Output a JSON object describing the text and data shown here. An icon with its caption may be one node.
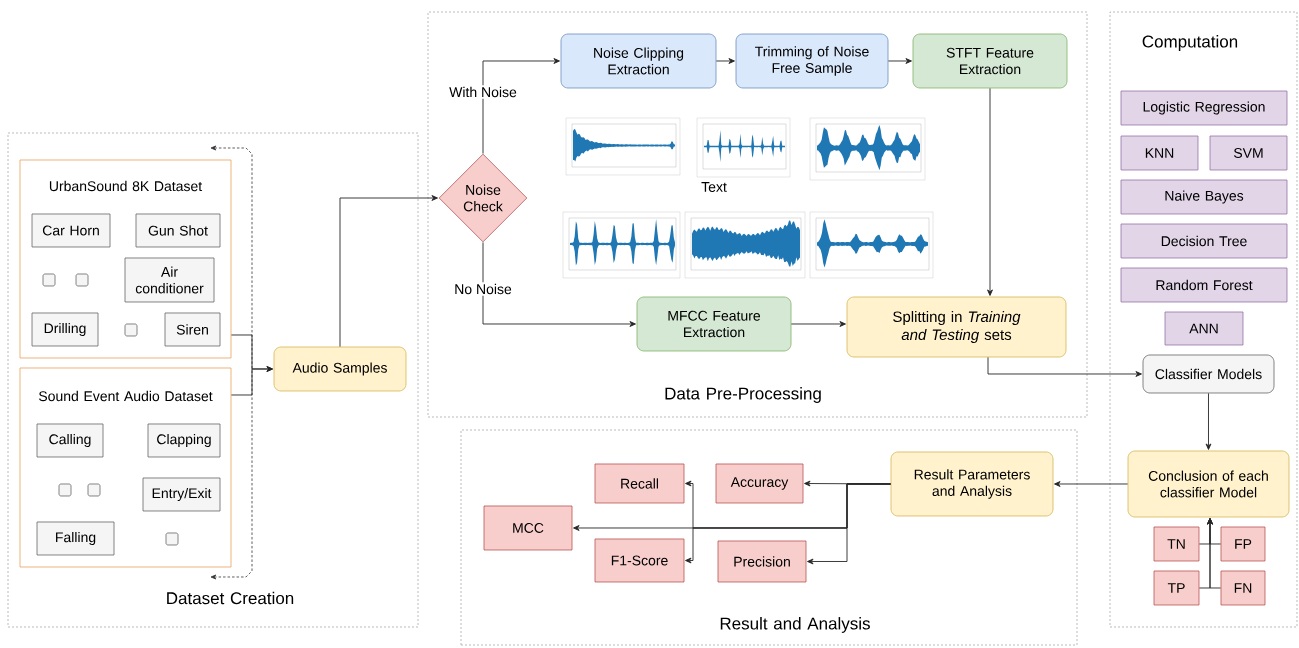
{
  "diagram": {
    "nodes": [
      {
        "text": [
          "Dataset Creation"
        ]
      },
      {
        "text": [
          "UrbanSound 8K Dataset"
        ],
        "in": 0
      },
      {
        "text": [
          "Car Horn"
        ],
        "in": 1
      },
      {
        "text": [
          "Gun Shot"
        ],
        "in": 1
      },
      {
        "text": [],
        "shape": "box",
        "in": 1
      },
      {
        "text": [],
        "shape": "box",
        "in": 1
      },
      {
        "text": [
          "Air conditioner"
        ],
        "in": 1
      },
      {
        "text": [
          "Drilling"
        ],
        "in": 1
      },
      {
        "text": [],
        "shape": "box",
        "in": 1
      },
      {
        "text": [
          "Siren"
        ],
        "in": 1
      },
      {
        "text": [
          "Sound Event Audio Dataset"
        ],
        "in": 0
      },
      {
        "text": [
          "Calling"
        ],
        "in": 10
      },
      {
        "text": [
          "Clapping"
        ],
        "in": 10
      },
      {
        "text": [],
        "shape": "box",
        "in": 10
      },
      {
        "text": [],
        "shape": "box",
        "in": 10
      },
      {
        "text": [
          "Entry/Exit"
        ],
        "in": 10
      },
      {
        "text": [
          "Falling"
        ],
        "in": 10
      },
      {
        "text": [],
        "shape": "box",
        "in": 10
      },
      {
        "text": [
          "Audio Samples"
        ],
        "in": 0
      },
      {
        "text": [
          "Data Pre-Processing"
        ]
      },
      {
        "text": [
          "Noise Check"
        ],
        "in": 19
      },
      {
        "text": [
          "Noise Clipping Extraction"
        ],
        "in": 19
      },
      {
        "text": [
          "Trimming of Noise Free Sample"
        ],
        "in": 19
      },
      {
        "text": [
          "STFT Feature Extraction"
        ],
        "in": 19
      },
      {
        "text": [
          "MFCC Feature Extraction"
        ],
        "in": 19
      },
      {
        "text": [
          "Splitting in *Training and Testing* sets"
        ],
        "in": 19
      },
      {
        "text": [
          "Result and Analysis"
        ]
      },
      {
        "text": [
          "Result Parameters and Analysis"
        ],
        "in": 26
      },
      {
        "text": [
          "Recall"
        ],
        "in": 26
      },
      {
        "text": [
          "Accuracy"
        ],
        "in": 26
      },
      {
        "text": [
          "MCC"
        ],
        "in": 26
      },
      {
        "text": [
          "F1-Score"
        ],
        "in": 26
      },
      {
        "text": [
          "Precision"
        ],
        "in": 26
      },
      {
        "text": [
          "Computation"
        ]
      },
      {
        "text": [
          "Logistic Regression"
        ],
        "in": 33
      },
      {
        "text": [
          "KNN"
        ],
        "in": 33
      },
      {
        "text": [
          "SVM"
        ],
        "in": 33
      },
      {
        "text": [
          "Naive Bayes"
        ],
        "in": 33
      },
      {
        "text": [
          "Decision Tree"
        ],
        "in": 33
      },
      {
        "text": [
          "Random Forest"
        ],
        "in": 33
      },
      {
        "text": [
          "ANN"
        ],
        "in": 33
      },
      {
        "text": [
          "Classifier Models"
        ],
        "in": 33
      },
      {
        "text": [
          "Conclusion of each classifier Model"
        ],
        "in": 33
      },
      {
        "text": [
          "TN"
        ],
        "in": 33
      },
      {
        "text": [
          "FP"
        ],
        "in": 33
      },
      {
        "text": [
          "TP"
        ],
        "in": 33
      },
      {
        "text": [
          "FN"
        ],
        "in": 33
      }
    ],
    "edges": [
      {
        "from": 1,
        "to": 18,
        "arrow": "to"
      },
      {
        "from": 10,
        "to": 18,
        "arrow": "to"
      },
      {
        "from": 18,
        "to": 20,
        "arrow": "to"
      },
      {
        "from": 20,
        "to": 21,
        "arrow": "to",
        "label": "With Noise"
      },
      {
        "from": 20,
        "to": 24,
        "arrow": "to",
        "label": "No Noise"
      },
      {
        "from": 21,
        "to": 22,
        "arrow": "to"
      },
      {
        "from": 22,
        "to": 23,
        "arrow": "to"
      },
      {
        "from": 23,
        "to": 25,
        "arrow": "to"
      },
      {
        "from": 24,
        "to": 25,
        "arrow": "to"
      },
      {
        "from": 25,
        "to": 41,
        "arrow": "to"
      },
      {
        "from": 41,
        "to": 42,
        "arrow": "to"
      },
      {
        "from": 42,
        "to": 27,
        "arrow": "to"
      },
      {
        "from": 27,
        "to": 29,
        "arrow": "to"
      },
      {
        "from": 27,
        "to": 30,
        "arrow": "to"
      },
      {
        "from": 27,
        "to": 32,
        "arrow": "to"
      },
      {
        "from": 27,
        "to": 28,
        "arrow": "to"
      },
      {
        "from": 27,
        "to": 31,
        "arrow": "to"
      },
      {
        "from": 43,
        "to": 42,
        "arrow": "to"
      },
      {
        "from": 44,
        "to": 42,
        "arrow": "to"
      },
      {
        "from": 45,
        "to": 42,
        "arrow": "to"
      },
      {
        "from": 46,
        "to": 42,
        "arrow": "to"
      }
    ],
    "labels": [
      "Text"
    ]
  }
}
